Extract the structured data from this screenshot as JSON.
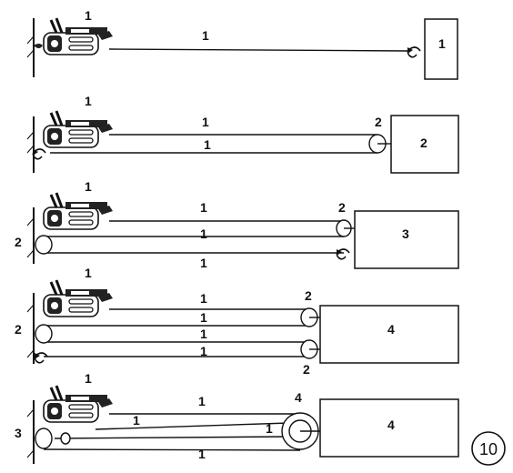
{
  "rows": [
    {
      "hoist_label": "1",
      "side_label": "",
      "rope_labels": [
        "1"
      ],
      "sheave_labels": [],
      "box_label": "1"
    },
    {
      "hoist_label": "1",
      "side_label": "",
      "rope_labels": [
        "1",
        "1"
      ],
      "sheave_labels": [
        "2"
      ],
      "box_label": "2"
    },
    {
      "hoist_label": "1",
      "side_label": "2",
      "rope_labels": [
        "1",
        "1",
        "1"
      ],
      "sheave_labels": [
        "2"
      ],
      "box_label": "3"
    },
    {
      "hoist_label": "1",
      "side_label": "2",
      "rope_labels": [
        "1",
        "1",
        "1",
        "1"
      ],
      "sheave_labels": [
        "2",
        "2"
      ],
      "box_label": "4"
    },
    {
      "hoist_label": "1",
      "side_label": "3",
      "rope_labels": [
        "1",
        "1",
        "1",
        "1"
      ],
      "sheave_labels": [
        "4"
      ],
      "box_label": "4"
    }
  ],
  "figure_number": "10"
}
